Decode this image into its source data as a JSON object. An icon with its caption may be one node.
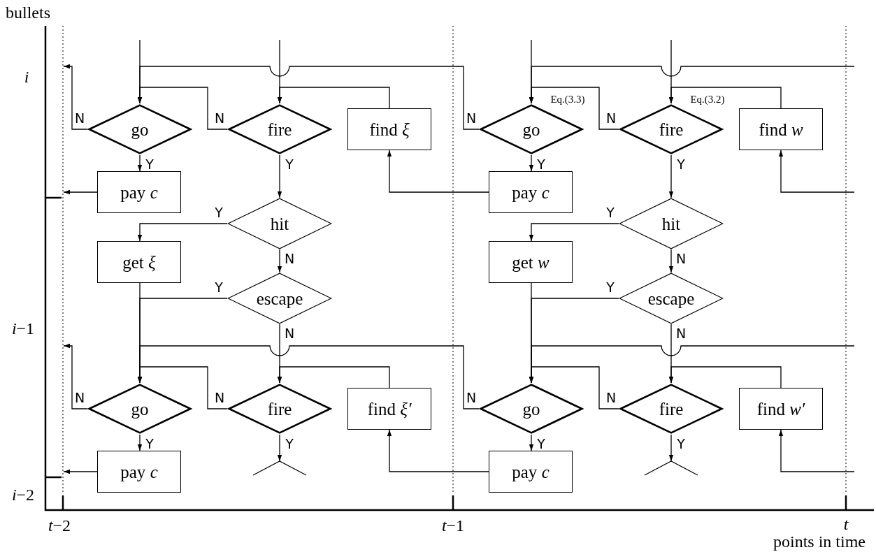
{
  "diagram": {
    "nodes": [
      {
        "text": [
          "go"
        ]
      },
      {
        "text": [
          "fire"
        ]
      },
      {
        "text": [
          "find *ξ*"
        ]
      },
      {
        "text": [
          "go"
        ],
        "beside": [
          "Eq.(3.3)"
        ]
      },
      {
        "text": [
          "fire"
        ],
        "beside": [
          "Eq.(3.2)"
        ]
      },
      {
        "text": [
          "find *w*"
        ]
      },
      {
        "text": [
          "pay *c*"
        ]
      },
      {
        "text": [
          "pay *c*"
        ]
      },
      {
        "text": [
          "hit"
        ]
      },
      {
        "text": [
          "hit"
        ]
      },
      {
        "text": [
          "get *ξ*"
        ]
      },
      {
        "text": [
          "get *w*"
        ]
      },
      {
        "text": [
          "escape"
        ]
      },
      {
        "text": [
          "escape"
        ]
      },
      {
        "text": [
          "go"
        ]
      },
      {
        "text": [
          "fire"
        ]
      },
      {
        "text": [
          "find *ξ′*"
        ]
      },
      {
        "text": [
          "go"
        ]
      },
      {
        "text": [
          "fire"
        ]
      },
      {
        "text": [
          "find *w′*"
        ]
      },
      {
        "text": [
          "pay *c*"
        ]
      },
      {
        "text": [
          "pay *c*"
        ]
      }
    ],
    "edges": [
      {
        "from": null,
        "to": 0,
        "arrow": "to"
      },
      {
        "from": null,
        "to": 1,
        "arrow": "to"
      },
      {
        "from": null,
        "to": 3,
        "arrow": "to"
      },
      {
        "from": null,
        "to": 4,
        "arrow": "to"
      },
      {
        "from": 0,
        "to": null,
        "arrow": "to",
        "label": "N"
      },
      {
        "from": 3,
        "to": 0,
        "arrow": "to",
        "label": "N"
      },
      {
        "from": null,
        "to": 3,
        "arrow": "to"
      },
      {
        "from": 1,
        "to": 0,
        "arrow": "to",
        "label": "N"
      },
      {
        "from": 2,
        "to": 1,
        "arrow": "to"
      },
      {
        "from": 4,
        "to": 3,
        "arrow": "to",
        "label": "N"
      },
      {
        "from": 5,
        "to": 4,
        "arrow": "to"
      },
      {
        "from": 0,
        "to": 6,
        "arrow": "to",
        "label": "Y"
      },
      {
        "from": 3,
        "to": 7,
        "arrow": "to",
        "label": "Y"
      },
      {
        "from": 6,
        "to": null,
        "arrow": "to"
      },
      {
        "from": 7,
        "to": 2,
        "arrow": "to"
      },
      {
        "from": null,
        "to": 5,
        "arrow": "to"
      },
      {
        "from": 1,
        "to": 8,
        "arrow": "to",
        "label": "Y"
      },
      {
        "from": 4,
        "to": 9,
        "arrow": "to",
        "label": "Y"
      },
      {
        "from": 8,
        "to": 10,
        "arrow": "to",
        "label": "Y"
      },
      {
        "from": 9,
        "to": 11,
        "arrow": "to",
        "label": "Y"
      },
      {
        "from": 8,
        "to": 12,
        "arrow": "to",
        "label": "N"
      },
      {
        "from": 9,
        "to": 13,
        "arrow": "to",
        "label": "N"
      },
      {
        "from": 10,
        "to": 14,
        "arrow": "to"
      },
      {
        "from": 12,
        "to": 14,
        "arrow": "to",
        "label": "Y"
      },
      {
        "from": 11,
        "to": 17,
        "arrow": "to"
      },
      {
        "from": 13,
        "to": 17,
        "arrow": "to",
        "label": "Y"
      },
      {
        "from": 12,
        "to": 15,
        "arrow": "to",
        "label": "N"
      },
      {
        "from": 13,
        "to": 18,
        "arrow": "to",
        "label": "N"
      },
      {
        "from": 14,
        "to": null,
        "arrow": "to",
        "label": "N"
      },
      {
        "from": 17,
        "to": 14,
        "arrow": "to",
        "label": "N"
      },
      {
        "from": null,
        "to": 17,
        "arrow": "to"
      },
      {
        "from": 15,
        "to": 14,
        "arrow": "to",
        "label": "N"
      },
      {
        "from": 16,
        "to": 15,
        "arrow": "to"
      },
      {
        "from": 18,
        "to": 17,
        "arrow": "to",
        "label": "N"
      },
      {
        "from": 19,
        "to": 18,
        "arrow": "to"
      },
      {
        "from": 14,
        "to": 20,
        "arrow": "to",
        "label": "Y"
      },
      {
        "from": 17,
        "to": 21,
        "arrow": "to",
        "label": "Y"
      },
      {
        "from": 20,
        "to": null,
        "arrow": "to"
      },
      {
        "from": 21,
        "to": 16,
        "arrow": "to"
      },
      {
        "from": null,
        "to": 19,
        "arrow": "to"
      },
      {
        "from": 15,
        "to": null,
        "arrow": "to",
        "label": "Y"
      },
      {
        "from": 18,
        "to": null,
        "arrow": "to",
        "label": "Y"
      }
    ],
    "labels": [
      "bullets",
      "i",
      "*i*−1",
      "*i*−2",
      "*t*−2",
      "*t*−1",
      "t",
      "points in time"
    ]
  }
}
